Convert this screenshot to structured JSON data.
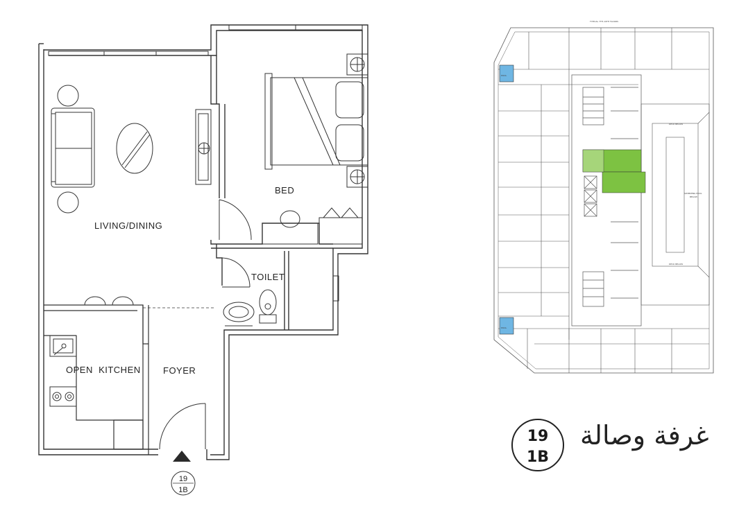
{
  "unit_plan": {
    "rooms": {
      "living": "LIVING/DINING",
      "bed": "BED",
      "toilet": "TOILET",
      "kitchen": "OPEN  KITCHEN",
      "foyer": "FOYER"
    },
    "unit_tag": {
      "floor": "19",
      "unit": "1B"
    }
  },
  "key_plan": {
    "title": "TYPICAL 7TH-19TH FLOORS",
    "labels": {
      "pool_top": "POOL",
      "pool_bottom": "POOL",
      "deck_top": "DECK BELOW",
      "deck_bottom": "DECK BELOW",
      "swimming_pool": "SWIMMING POOL",
      "below": "BELOW"
    },
    "highlight_color": "#7dc242"
  },
  "badge": {
    "floor": "19",
    "unit": "1B"
  },
  "caption": "غرفة وصالة"
}
